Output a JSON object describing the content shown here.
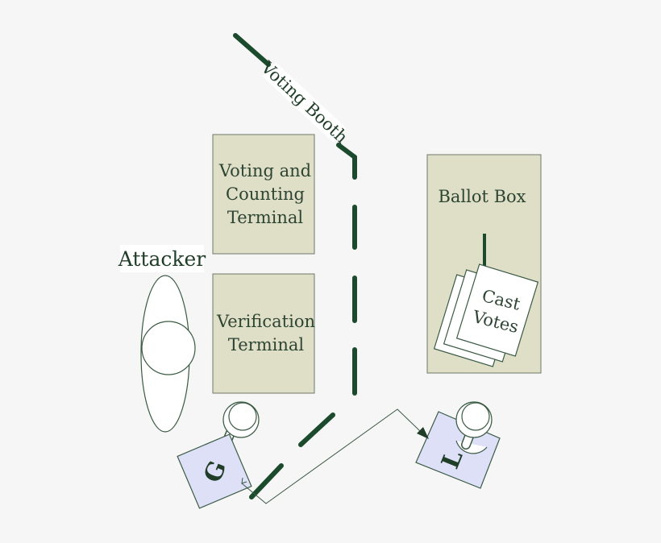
{
  "diagram": {
    "booth_label": "Voting Booth",
    "voting_terminal": {
      "line1": "Voting and",
      "line2": "Counting",
      "line3": "Terminal"
    },
    "verification_terminal": {
      "line1": "Verification",
      "line2": "Terminal"
    },
    "ballot_box": {
      "label": "Ballot Box"
    },
    "cast_votes": {
      "line1": "Cast",
      "line2": "Votes"
    },
    "attacker_label": "Attacker",
    "voter_g_label": "G",
    "voter_l_label": "L"
  },
  "colors": {
    "background": "#f6f6f6",
    "booth_line": "#1b4a2c",
    "terminal_fill": "#dfdfc7",
    "terminal_text": "#2e4433",
    "voter_fill": "#dde0f7",
    "voter_text": "#1f3d27",
    "ink": "#3a5a44"
  }
}
